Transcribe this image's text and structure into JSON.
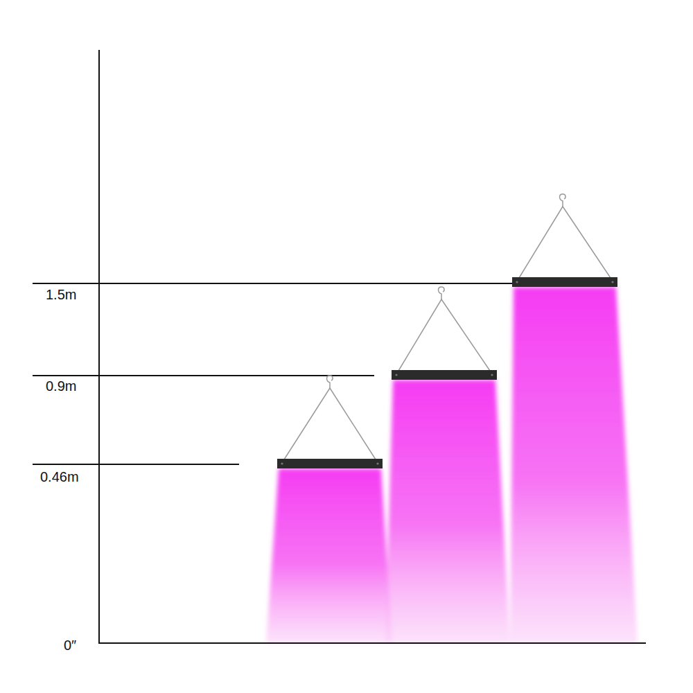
{
  "diagram": {
    "labels": [
      "1.5m",
      "0.9m",
      "0.46m",
      "0″"
    ]
  }
}
